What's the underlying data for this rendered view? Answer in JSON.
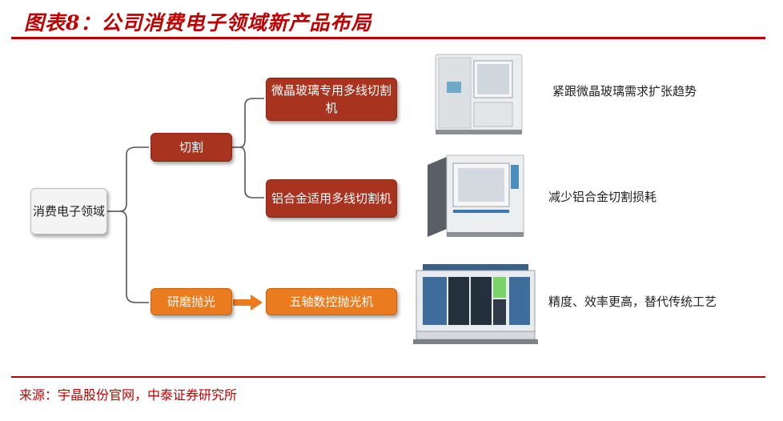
{
  "title": "图表8：公司消费电子领域新产品布局",
  "source": "来源：宇晶股份官网，中泰证券研究所",
  "root": {
    "label": "消费电子领域"
  },
  "branches": [
    {
      "label": "切割",
      "products": [
        {
          "label": "微晶玻璃专用多线切割机",
          "note": "紧跟微晶玻璃需求扩张趋势"
        },
        {
          "label": "铝合金适用多线切割机",
          "note": "减少铝合金切割损耗"
        }
      ]
    },
    {
      "label": "研磨抛光",
      "products": [
        {
          "label": "五轴数控抛光机",
          "note": "精度、效率更高，替代传统工艺"
        }
      ]
    }
  ],
  "colors": {
    "accent": "#c00000",
    "cut": "#a8331f",
    "polish": "#ea7b1f"
  }
}
